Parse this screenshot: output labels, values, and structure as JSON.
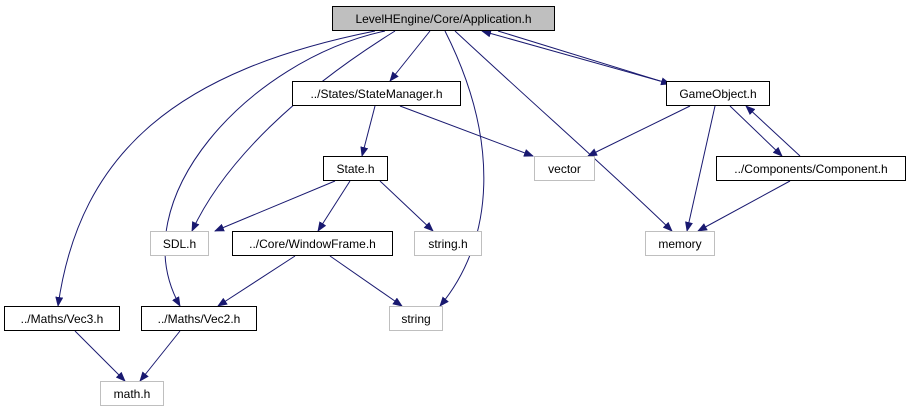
{
  "nodes": {
    "application": "LevelHEngine/Core/Application.h",
    "state_manager": "../States/StateManager.h",
    "game_object": "GameObject.h",
    "state": "State.h",
    "vector": "vector",
    "component": "../Components/Component.h",
    "sdl": "SDL.h",
    "window_frame": "../Core/WindowFrame.h",
    "string_h": "string.h",
    "memory": "memory",
    "vec3": "../Maths/Vec3.h",
    "vec2": "../Maths/Vec2.h",
    "string": "string",
    "math": "math.h"
  },
  "colors": {
    "edge": "#191970",
    "root_fill": "#bfbfbf",
    "primary_border": "#000000",
    "external_border": "#bfbfbf"
  }
}
